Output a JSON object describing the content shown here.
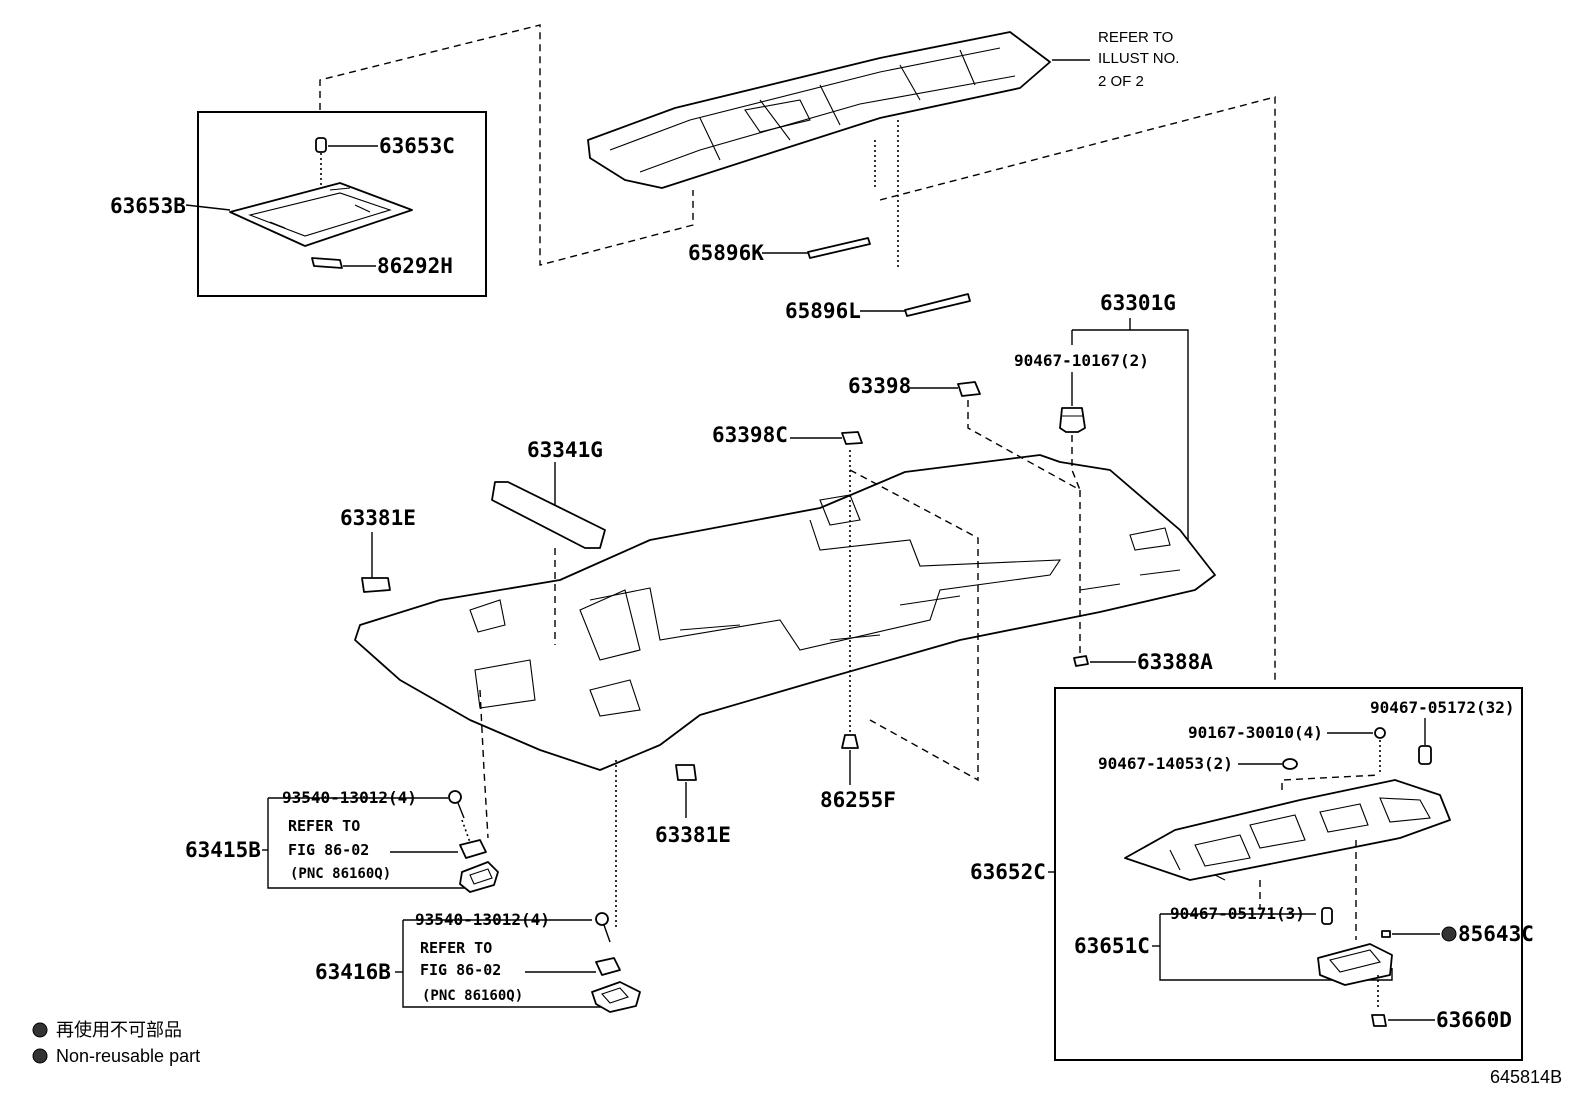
{
  "labels": {
    "p63653C": "63653C",
    "p63653B": "63653B",
    "p86292H": "86292H",
    "p65896K": "65896K",
    "p65896L": "65896L",
    "p63301G": "63301G",
    "p90467_10167": "90467-10167(2)",
    "p63398": "63398",
    "p63398C": "63398C",
    "p63341G": "63341G",
    "p63381E_top": "63381E",
    "p63381E_bottom": "63381E",
    "p63388A": "63388A",
    "p86255F": "86255F",
    "p63415B": "63415B",
    "p63416B": "63416B",
    "p93540_a": "93540-13012(4)",
    "p93540_b": "93540-13012(4)",
    "p63652C": "63652C",
    "p63651C": "63651C",
    "p90467_05172": "90467-05172(32)",
    "p90167_30010": "90167-30010(4)",
    "p90467_14053": "90467-14053(2)",
    "p90467_05171": "90467-05171(3)",
    "p85643C": "85643C",
    "p63660D": "63660D"
  },
  "refer_illust": {
    "line1": "REFER TO",
    "line2": "ILLUST NO.",
    "line3": "2 OF 2"
  },
  "refer_fig_a": {
    "line1": "REFER TO",
    "line2": "FIG 86-02",
    "line3": "(PNC 86160Q)"
  },
  "refer_fig_b": {
    "line1": "REFER TO",
    "line2": "FIG 86-02",
    "line3": "(PNC 86160Q)"
  },
  "legend": {
    "jp": "再使用不可部品",
    "en": "Non-reusable part"
  },
  "illustration_id": "645814B"
}
